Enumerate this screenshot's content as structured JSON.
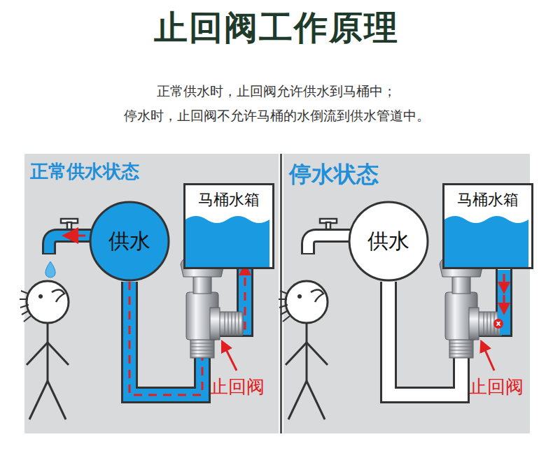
{
  "diagram": {
    "title": "止回阀工作原理",
    "nodes": [
      {
        "text": [
          "正常供水状态"
        ]
      },
      {
        "text": [
          "供水"
        ],
        "in": 0
      },
      {
        "text": [
          "马桶水箱"
        ],
        "in": 0
      },
      {
        "text": [
          "停水状态"
        ]
      },
      {
        "text": [
          "供水"
        ],
        "in": 3
      },
      {
        "text": [
          "马桶水箱"
        ],
        "in": 3
      }
    ],
    "edges": [
      {
        "from": 1,
        "to": 2,
        "arrow": "to"
      },
      {
        "from": 4,
        "to": 5,
        "arrow": "none"
      }
    ],
    "labels": [
      "正常供水时，止回阀允许供水到马桶中；",
      "停水时，止回阀不允许马桶的水倒流到供水管道中。",
      "止回阀",
      "止回阀",
      "x"
    ]
  }
}
